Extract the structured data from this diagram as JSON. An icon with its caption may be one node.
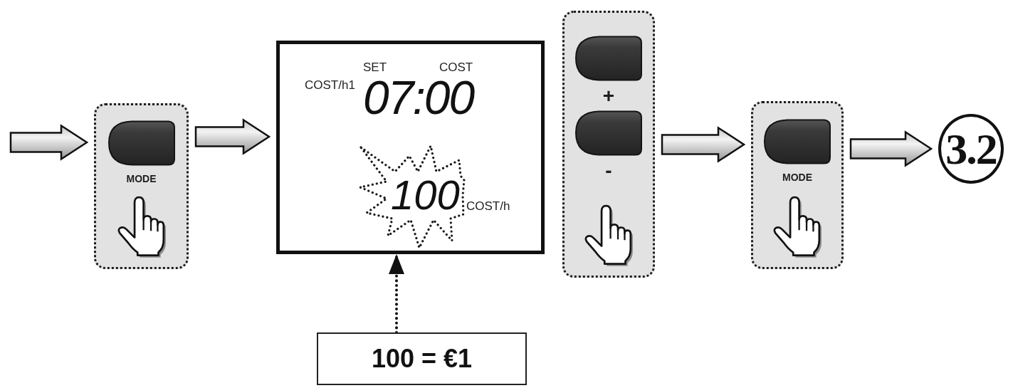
{
  "diagram": {
    "nodes": [
      {
        "text": [
          "MODE"
        ]
      },
      {
        "text": [
          "SET",
          "COST",
          "COST/h1",
          "07:00",
          "COST/h"
        ]
      },
      {
        "text": [
          "100"
        ],
        "in": 1
      },
      {
        "text": [
          "+",
          "-"
        ]
      },
      {
        "text": [
          "MODE"
        ]
      },
      {
        "text": [
          "3.2"
        ]
      },
      {
        "text": [
          "100 = €1"
        ]
      }
    ],
    "edges": [
      {
        "from": null,
        "to": 0,
        "arrow": "to"
      },
      {
        "from": 0,
        "to": 1,
        "arrow": "to"
      },
      {
        "from": 3,
        "to": 4,
        "arrow": "to"
      },
      {
        "from": 4,
        "to": 5,
        "arrow": "to"
      },
      {
        "from": 6,
        "to": 1,
        "arrow": "to",
        "style": "dashed"
      }
    ]
  }
}
